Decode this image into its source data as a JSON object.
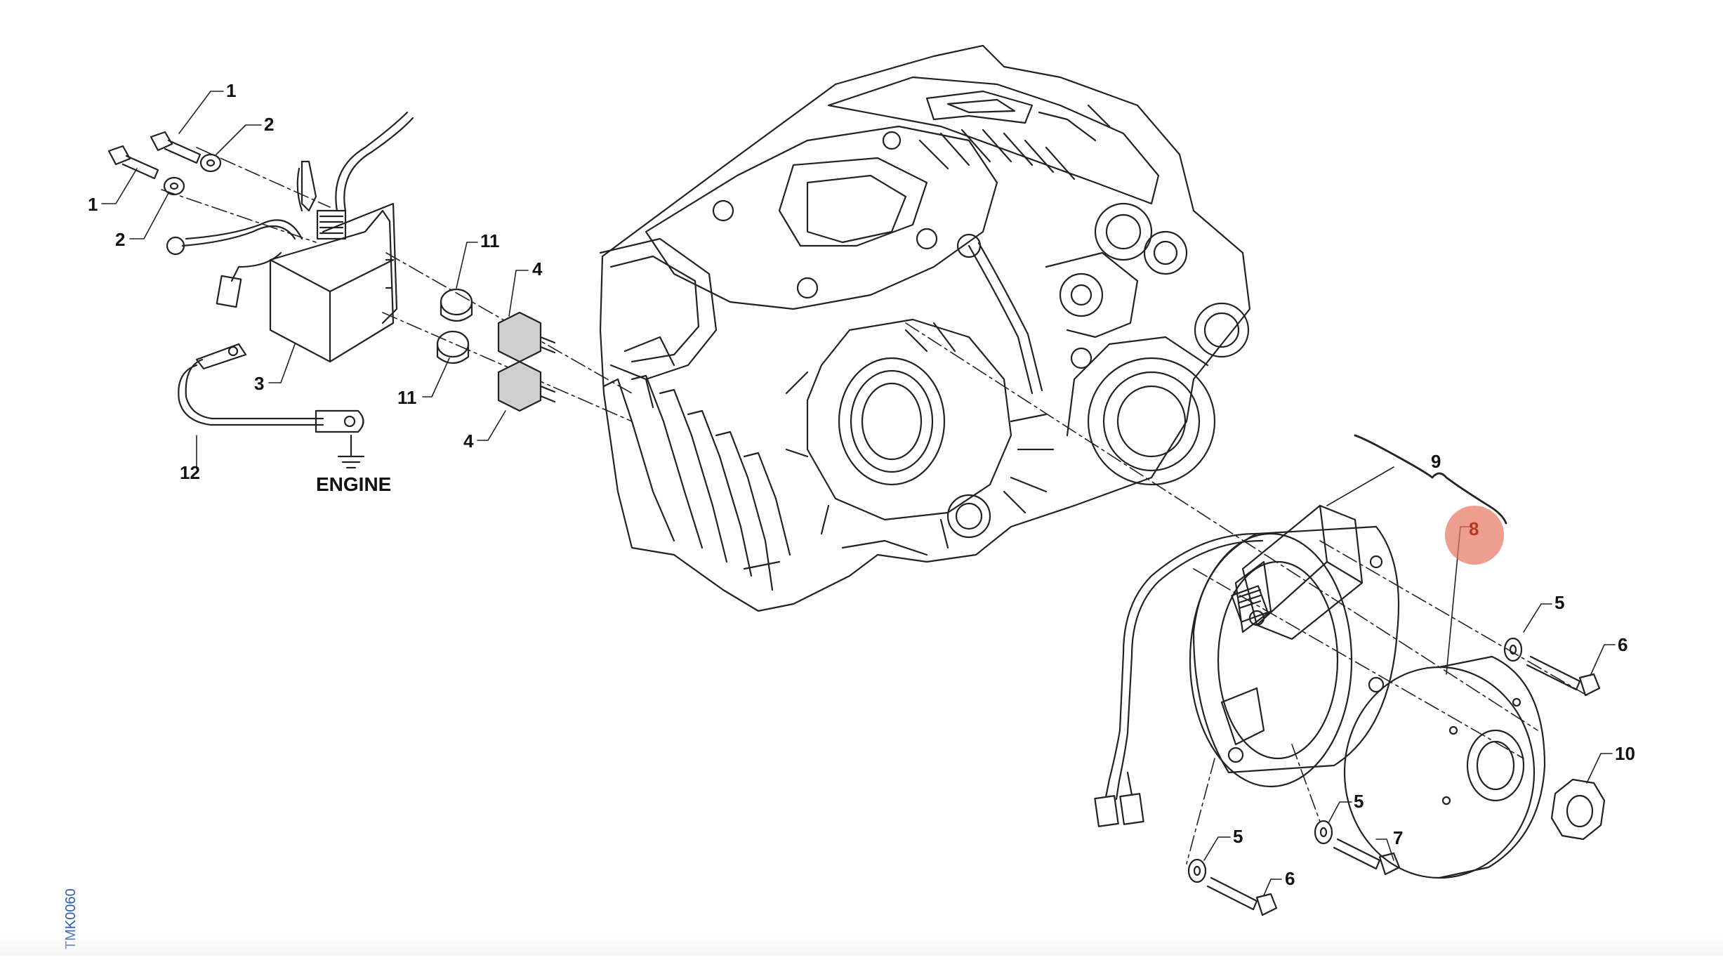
{
  "diagram": {
    "drawing_code": "TMK0060",
    "ground_label": "ENGINE",
    "callouts": {
      "c1a": "1",
      "c1b": "1",
      "c2a": "2",
      "c2b": "2",
      "c3": "3",
      "c4a": "4",
      "c4b": "4",
      "c5a": "5",
      "c5b": "5",
      "c5c": "5",
      "c6a": "6",
      "c6b": "6",
      "c7": "7",
      "c8": "8",
      "c9": "9",
      "c10": "10",
      "c11a": "11",
      "c11b": "11",
      "c12": "12"
    },
    "highlight_color": "#e87864",
    "code_color": "#2f5fa8"
  }
}
